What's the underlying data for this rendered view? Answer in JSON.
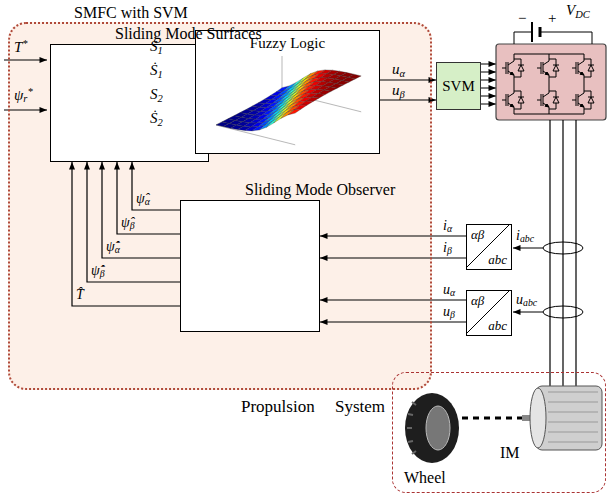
{
  "diagram": {
    "nodes": [
      {
        "text": [
          "SMFC with SVM"
        ]
      },
      {
        "text": [
          "Sliding Mode Surfaces"
        ],
        "in": 0
      },
      {
        "text": [
          "Fuzzy Logic"
        ],
        "in": 0
      },
      {
        "text": [
          "Sliding Mode Observer"
        ],
        "in": 0
      },
      {
        "text": [
          "SVM"
        ]
      },
      {
        "text": [
          "αβ",
          "abc"
        ]
      },
      {
        "text": [
          "αβ",
          "abc"
        ]
      },
      {
        "text": [
          "Propulsion System"
        ]
      }
    ],
    "edges": [
      {
        "from": 1,
        "to": 2,
        "arrow": "to",
        "label": "S1"
      },
      {
        "from": 1,
        "to": 2,
        "arrow": "to",
        "label": "Ṡ1"
      },
      {
        "from": 1,
        "to": 2,
        "arrow": "to",
        "label": "S2"
      },
      {
        "from": 1,
        "to": 2,
        "arrow": "to",
        "label": "Ṡ2"
      },
      {
        "from": 2,
        "to": 4,
        "arrow": "to",
        "label": "uα"
      },
      {
        "from": 2,
        "to": 4,
        "arrow": "to",
        "label": "uβ"
      },
      {
        "from": 3,
        "to": 1,
        "arrow": "to",
        "label": "ψ̂α"
      },
      {
        "from": 3,
        "to": 1,
        "arrow": "to",
        "label": "ψ̂β"
      },
      {
        "from": 3,
        "to": 1,
        "arrow": "to",
        "label": "ψ̂̇α"
      },
      {
        "from": 3,
        "to": 1,
        "arrow": "to",
        "label": "ψ̂̇β"
      },
      {
        "from": 3,
        "to": 1,
        "arrow": "to",
        "label": "T̂"
      },
      {
        "from": 5,
        "to": 3,
        "arrow": "to",
        "label": "iα"
      },
      {
        "from": 5,
        "to": 3,
        "arrow": "to",
        "label": "iβ"
      },
      {
        "from": 6,
        "to": 3,
        "arrow": "to",
        "label": "uα"
      },
      {
        "from": 6,
        "to": 3,
        "arrow": "to",
        "label": "uβ"
      }
    ],
    "labels": [
      "T*",
      "ψr*",
      "iabc",
      "uabc",
      "VDC",
      "−",
      "+",
      "Wheel",
      "IM"
    ]
  }
}
